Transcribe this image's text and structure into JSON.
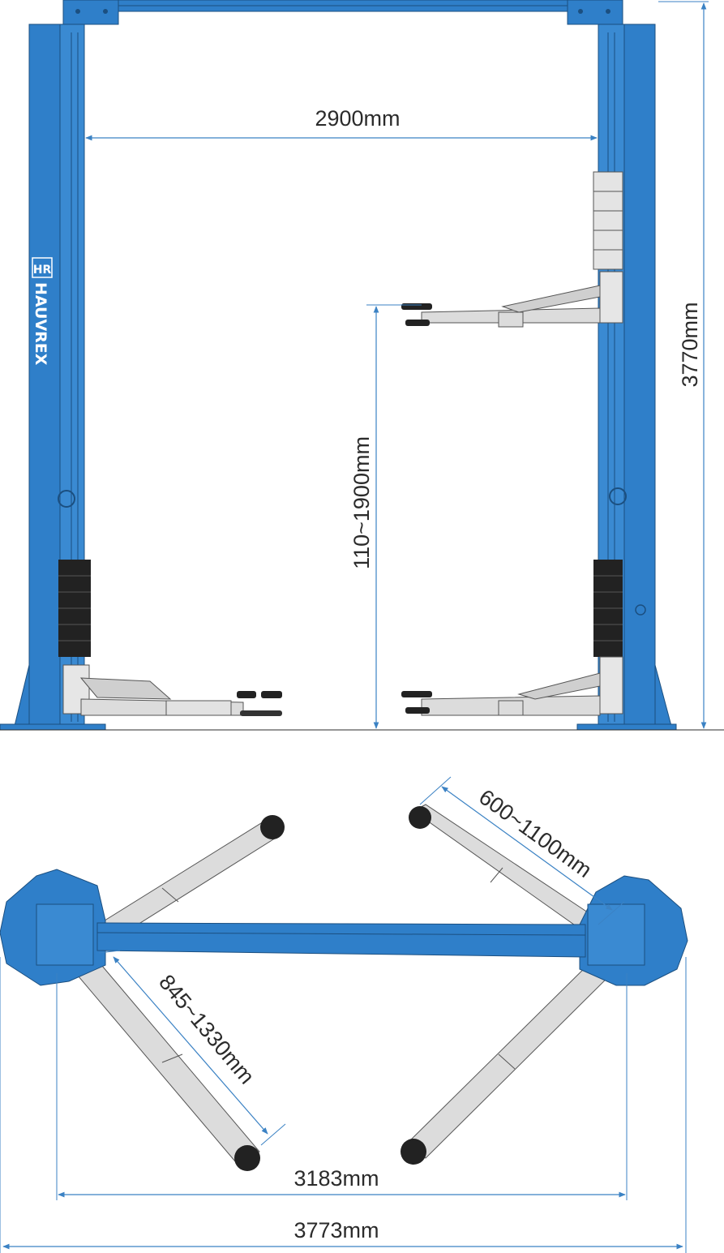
{
  "brand": {
    "logo_mark": "HR",
    "name": "HAUVREX"
  },
  "dimensions": {
    "width_between_columns": "2900mm",
    "overall_height": "3770mm",
    "lifting_height_range": "110~1900mm",
    "short_arm_reach": "600~1100mm",
    "long_arm_reach": "845~1330mm",
    "inner_base_width": "3183mm",
    "overall_width": "3773mm"
  },
  "colors": {
    "column_blue": "#2f7fc9",
    "dimension_line": "#3b82c4",
    "arm_grey": "#dcdcdc",
    "rubber_black": "#222222"
  }
}
